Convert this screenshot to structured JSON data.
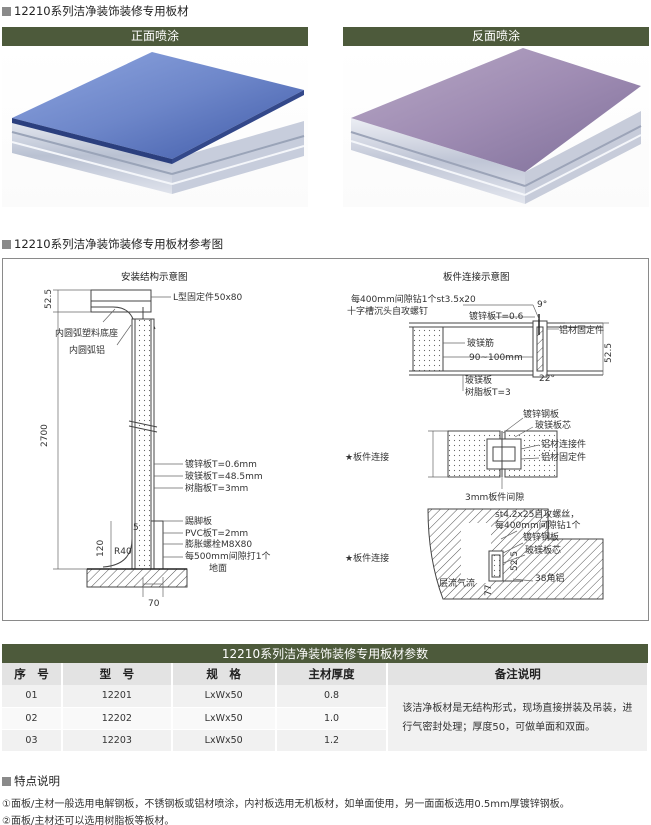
{
  "section1": {
    "title": "12210系列洁净装饰装修专用板材"
  },
  "photos": [
    {
      "label": "正面喷涂",
      "panel_color": "#6d86c9"
    },
    {
      "label": "反面喷涂",
      "panel_color": "#9f8cb3"
    }
  ],
  "section2": {
    "title": "12210系列洁净装饰装修专用板材参考图"
  },
  "diagram": {
    "left_title": "安装结构示意图",
    "right_title": "板件连接示意图",
    "left_labels": {
      "dim_top": "52.5",
      "l_bracket": "L型固定件50x80",
      "inner_plastic": "内圆弧塑料底座",
      "inner_alu": "内圆弧铝",
      "dim_height": "2700",
      "steel": "镀锌板T=0.6mm",
      "glass_mg": "玻镁板T=48.5mm",
      "resin": "树脂板T=3mm",
      "skirting": "踢脚板",
      "pvc": "PVC板T=2mm",
      "bolt": "膨胀螺栓M8X80",
      "spacing": "每500mm间隙打1个",
      "floor": "地面",
      "dim_5": "5",
      "dim_120": "120",
      "r40": "R40",
      "dim_70": "70"
    },
    "right_labels": {
      "drill": "每400mm间隙钻1个st3.5x20",
      "screw": "十字槽沉头自攻螺钉",
      "steel06": "镀锌板T=0.6",
      "dim_9": "9°",
      "alu_fix": "铝材固定件",
      "rib": "玻镁筋",
      "range": "90~100mm",
      "dim_525": "52.5",
      "dim_22": "22°",
      "glass_mg": "玻镁板",
      "resin3": "树脂板T=3",
      "steel_plate": "镀锌钢板",
      "mg_core": "玻镁板芯",
      "alu_conn": "铝材连接件",
      "alu_fix2": "铝材固定件",
      "star1": "★板件连接",
      "gap": "3mm板件间隙",
      "st42": "st4.2x25自攻螺丝，",
      "drill2": "每400mm间隙钻1个",
      "steel_plate2": "镀锌钢板",
      "mg_core2": "玻镁板芯",
      "star2": "★板件连接",
      "airflow": "层流气流",
      "angle": "38角铝",
      "dim_525b": "52.5",
      "dim_77": "77"
    }
  },
  "table": {
    "title": "12210系列洁净装饰装修专用板材参数",
    "headers": [
      "序　号",
      "型　号",
      "规　格",
      "主材厚度",
      "备注说明"
    ],
    "rows": [
      {
        "no": "01",
        "model": "12201",
        "spec": "LxWx50",
        "thickness": "0.8"
      },
      {
        "no": "02",
        "model": "12202",
        "spec": "LxWx50",
        "thickness": "1.0"
      },
      {
        "no": "03",
        "model": "12203",
        "spec": "LxWx50",
        "thickness": "1.2"
      }
    ],
    "remark": "该洁净板材是无结构形式，现场直接拼装及吊装，进行气密封处理；厚度50，可做单面和双面。"
  },
  "features": {
    "title": "特点说明",
    "items": [
      "①面板/主材一般选用电解钢板，不锈钢板或铝材喷涂，内衬板选用无机板材，如单面使用，另一面面板选用0.5mm厚镀锌钢板。",
      "②面板/主材还可以选用树脂板等板材。"
    ]
  }
}
